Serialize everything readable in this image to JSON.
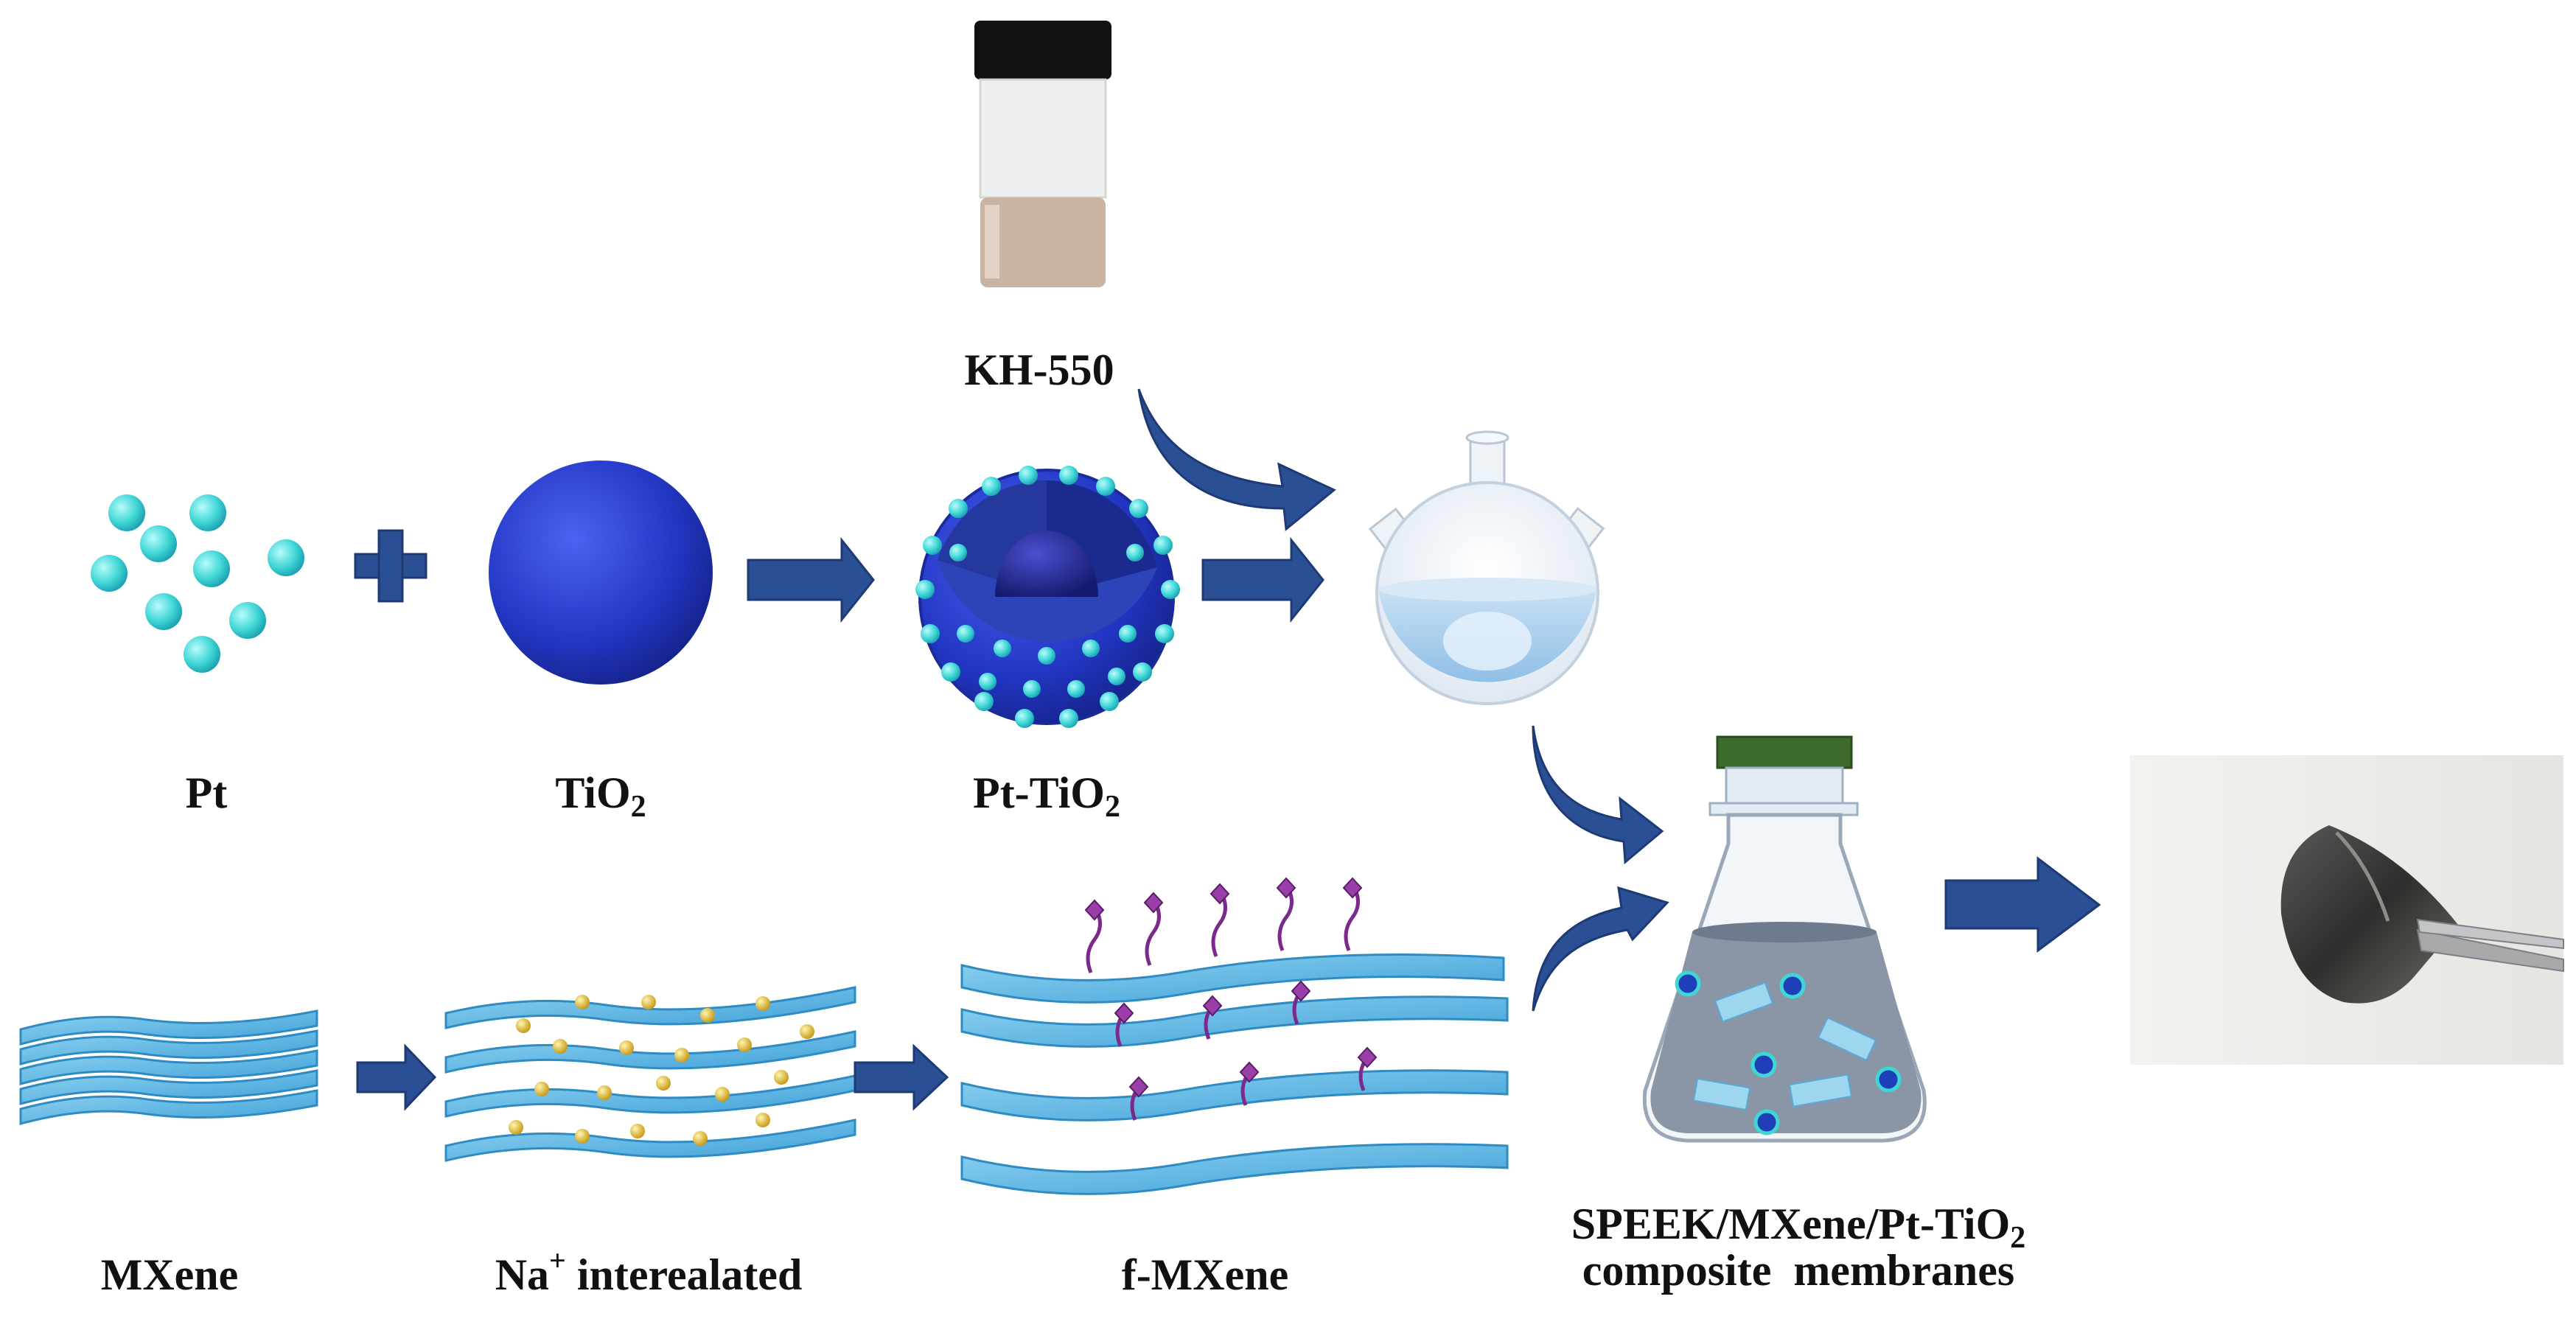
{
  "labels": {
    "kh550": "KH-550",
    "pt": "Pt",
    "tio2_base": "TiO",
    "tio2_sub": "2",
    "pttio2_base": "Pt-TiO",
    "pttio2_sub": "2",
    "mxene": "MXene",
    "na_base": "Na",
    "na_sup": "+",
    "na_rest": " interealated",
    "fmxene": "f-MXene",
    "composite_line1_base": "SPEEK/MXene/Pt-TiO",
    "composite_line1_sub": "2",
    "composite_line2": "composite  membranes"
  },
  "colors": {
    "arrow": "#2b4f94",
    "pt_particle": "#3fd6d6",
    "tio2_sphere": "#2a3fc8",
    "mxene_sheet": "#5db8e6",
    "na_ion": "#e8c12a",
    "ligand": "#7a2a8a",
    "solution": "#a6cdea",
    "flask_stopper": "#3c6b2c"
  }
}
